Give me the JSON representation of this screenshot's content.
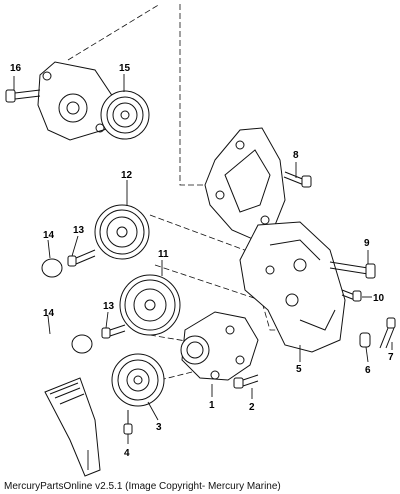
{
  "callouts": {
    "c1": "1",
    "c2": "2",
    "c3": "3",
    "c4": "4",
    "c5": "5",
    "c6": "6",
    "c7": "7",
    "c8": "8",
    "c9": "9",
    "c10": "10",
    "c11": "11",
    "c12": "12",
    "c13a": "13",
    "c13b": "13",
    "c14a": "14",
    "c14b": "14",
    "c15": "15",
    "c16": "16"
  },
  "footer": "MercuryPartsOnline v2.5.1 (Image Copyright- Mercury Marine)"
}
